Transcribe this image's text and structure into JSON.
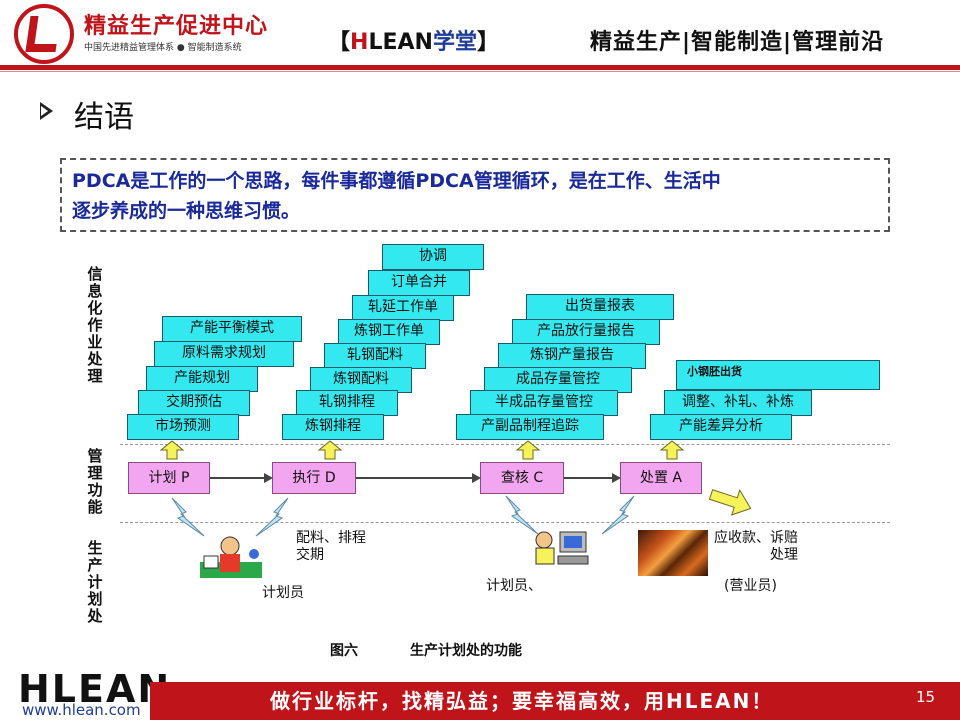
{
  "header": {
    "org_name": "精益生产促进中心",
    "org_sub": "中国先进精益管理体系 ● 智能制造系统",
    "brand_left": "【",
    "brand_h": "H",
    "brand_lean": "LEAN",
    "brand_xt": "学堂",
    "brand_right": "】",
    "tagline": "精益生产|智能制造|管理前沿",
    "accent_color": "#c0141b"
  },
  "slide": {
    "title": "结语",
    "quote_line1": "PDCA是工作的一个思路，每件事都遵循PDCA管理循环，是在工作、生活中",
    "quote_line2": "逐步养成的一种思维习惯。"
  },
  "diagram": {
    "row_labels": {
      "info": "信息化作业处理",
      "mgmt": "管理功能",
      "prod": "生产计划处"
    },
    "plan_stack": [
      "产能平衡模式",
      "原料需求规划",
      "产能规划",
      "交期预估",
      "市场预测"
    ],
    "do_stack": [
      "协调",
      "订单合并",
      "轧延工作单",
      "炼钢工作单",
      "轧钢配料",
      "炼钢配料",
      "轧钢排程",
      "炼钢排程"
    ],
    "check_stack": [
      "出货量报表",
      "产品放行量报告",
      "炼钢产量报告",
      "成品存量管控",
      "半成品存量管控",
      "产副品制程追踪"
    ],
    "act_stack": [
      "小钢胚出货",
      "调整、补轧、补炼",
      "产能差异分析"
    ],
    "functions": [
      "计划 P",
      "执行 D",
      "查核 C",
      "处置 A"
    ],
    "notes": {
      "do_note": "配料、排程\n交期",
      "plan_person": "计划员",
      "check_person": "计划员、",
      "act_note": "应收款、诉赔\n处理",
      "act_person": "(营业员)"
    },
    "caption_fig": "图六",
    "caption_text": "生产计划处的功能"
  },
  "footer": {
    "logo": "HLEAN",
    "url": "www.hlean.com",
    "slogan": "做行业标杆，找精弘益；要幸福高效，用HLEAN！",
    "page_number": "15"
  },
  "colors": {
    "cyan_box": "#33e8ee",
    "pink_box": "#f2a6f0",
    "quote_text": "#1a2a9a"
  }
}
